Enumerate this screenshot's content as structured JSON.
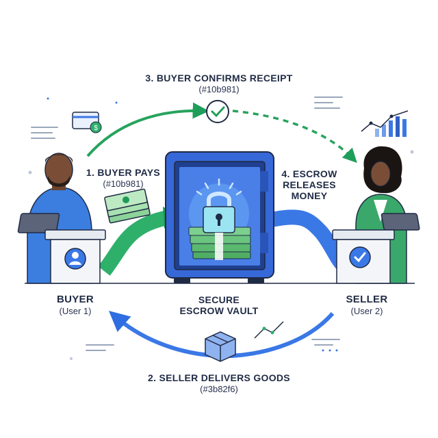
{
  "steps": {
    "step3": {
      "title": "3. BUYER CONFIRMS RECEIPT",
      "code": "(#10b981)"
    },
    "step1": {
      "title": "1. BUYER PAYS",
      "code": "(#10b981)"
    },
    "step4": {
      "title_line1": "4. ESCROW",
      "title_line2": "RELEASES",
      "title_line3": "MONEY"
    },
    "step2": {
      "title": "2. SELLER DELIVERS GOODS",
      "code": "(#3b82f6)"
    }
  },
  "buyer": {
    "title": "BUYER",
    "subtitle": "(User 1)"
  },
  "seller": {
    "title": "SELLER",
    "subtitle": "(User 2)"
  },
  "vault": {
    "line1": "SECURE",
    "line2": "ESCROW VAULT"
  },
  "icons": {
    "check": "check-circle-icon",
    "lock": "padlock-icon",
    "package": "package-box-icon",
    "card": "credit-card-icon",
    "chart": "bar-chart-icon",
    "user": "user-profile-icon"
  },
  "colors": {
    "green": "#10b981",
    "blue": "#3b82f6",
    "dark": "#1f2a44",
    "vault": "#3768d8"
  }
}
